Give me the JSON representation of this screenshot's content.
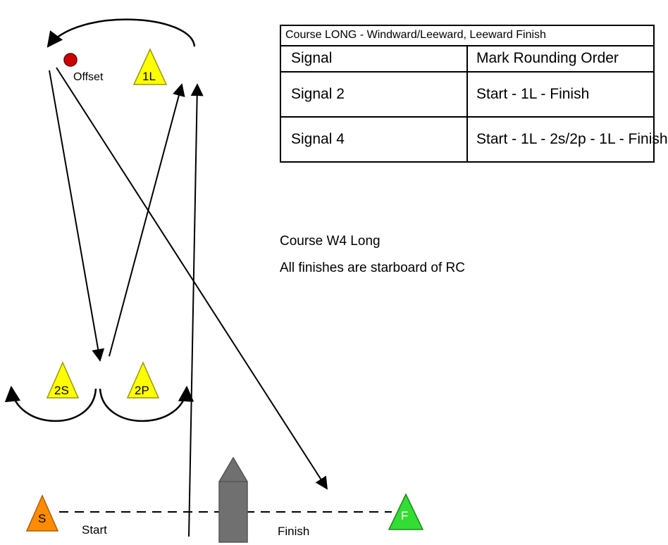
{
  "table": {
    "caption": "Course  LONG - Windward/Leeward, Leeward Finish",
    "header": [
      "Signal",
      "Mark Rounding Order"
    ],
    "rows": [
      [
        "Signal 2",
        "Start - 1L - Finish"
      ],
      [
        "Signal 4",
        "Start - 1L - 2s/2p - 1L - Finish"
      ]
    ]
  },
  "notes": {
    "course_name": "Course W4 Long",
    "finish_note": "All finishes are starboard of RC"
  },
  "marks": {
    "windward": "1L",
    "offset": "Offset",
    "gate_starboard": "2S",
    "gate_port": "2P",
    "start_pin": "S",
    "finish_pin": "F"
  },
  "lines": {
    "start": "Start",
    "finish": "Finish"
  },
  "colors": {
    "rounding_mark": "#ffff00",
    "offset_mark": "#cc0000",
    "start_mark": "#ff8c00",
    "finish_mark": "#33dd33",
    "committee_boat": "#707070"
  }
}
